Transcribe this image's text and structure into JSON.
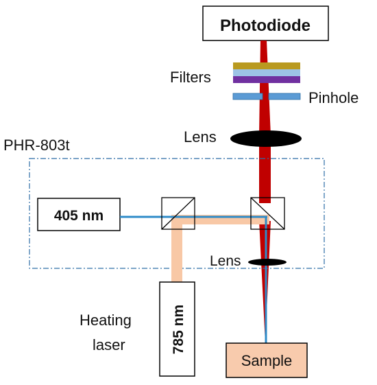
{
  "labels": {
    "photodiode": "Photodiode",
    "filters": "Filters",
    "pinhole": "Pinhole",
    "lens_top": "Lens",
    "module": "PHR-803t",
    "laser_405": "405 nm",
    "lens_bottom": "Lens",
    "heating_line1": "Heating",
    "heating_line2": "laser",
    "laser_785": "785 nm",
    "sample": "Sample"
  },
  "colors": {
    "beam_red": "#c00000",
    "beam_blue": "#2e8bc8",
    "beam_peach": "#f8c8a6",
    "filter_gold": "#b99a20",
    "filter_light_blue": "#9dc3e6",
    "filter_purple": "#7030a0",
    "pinhole": "#5b9bd5",
    "sample_fill": "#f8cbad",
    "module_border": "#2e6ea6",
    "label_405": "#2e8bc8",
    "label_785": "#f8c8a6"
  }
}
